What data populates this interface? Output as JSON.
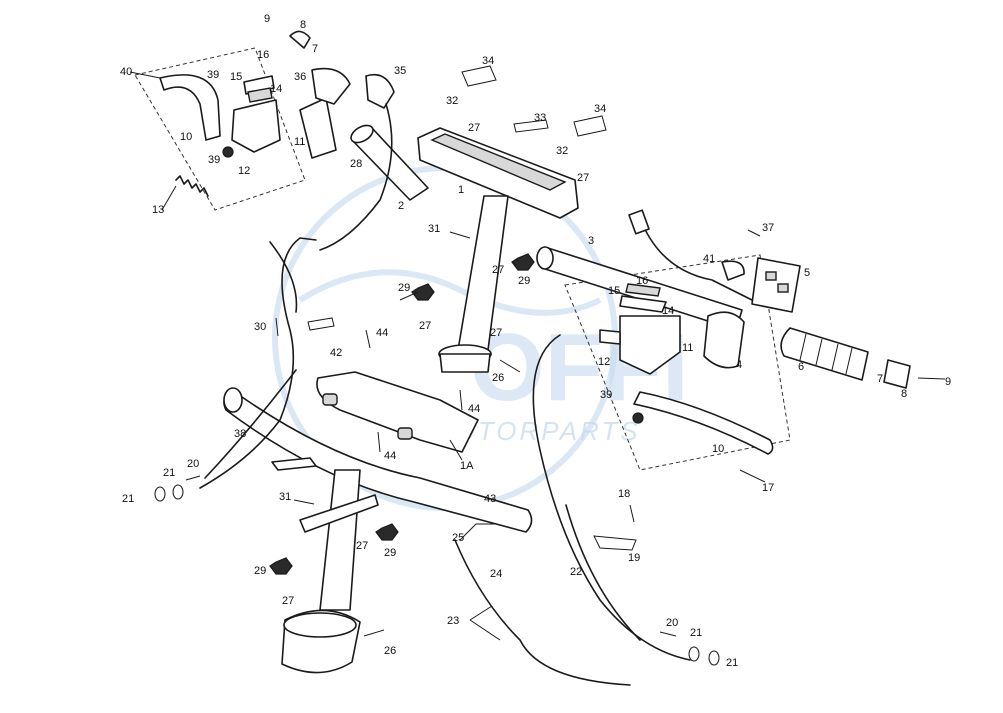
{
  "watermark": {
    "brand": "OFFI",
    "subtitle": "MOTORPARTS"
  },
  "labels": {
    "l1": "1",
    "l1A": "1A",
    "l2": "2",
    "l3": "3",
    "l4": "4",
    "l5": "5",
    "l6": "6",
    "l7a": "7",
    "l7b": "7",
    "l8a": "8",
    "l8b": "8",
    "l9a": "9",
    "l9b": "9",
    "l10a": "10",
    "l10b": "10",
    "l11a": "11",
    "l11b": "11",
    "l12a": "12",
    "l12b": "12",
    "l13": "13",
    "l14a": "14",
    "l14b": "14",
    "l15a": "15",
    "l15b": "15",
    "l16a": "16",
    "l16b": "16",
    "l17": "17",
    "l18": "18",
    "l19": "19",
    "l20a": "20",
    "l20b": "20",
    "l21a": "21",
    "l21b": "21",
    "l21c": "21",
    "l21d": "21",
    "l22": "22",
    "l23": "23",
    "l24": "24",
    "l25": "25",
    "l26a": "26",
    "l26b": "26",
    "l27a": "27",
    "l27b": "27",
    "l27c": "27",
    "l27d": "27",
    "l27e": "27",
    "l27f": "27",
    "l27g": "27",
    "l28": "28",
    "l29a": "29",
    "l29b": "29",
    "l29c": "29",
    "l29d": "29",
    "l30": "30",
    "l31a": "31",
    "l31b": "31",
    "l32a": "32",
    "l32b": "32",
    "l33": "33",
    "l34a": "34",
    "l34b": "34",
    "l35": "35",
    "l36": "36",
    "l37": "37",
    "l38": "38",
    "l39a": "39",
    "l39b": "39",
    "l39c": "39",
    "l40": "40",
    "l41": "41",
    "l42": "42",
    "l43": "43",
    "l44a": "44",
    "l44b": "44",
    "l44c": "44"
  }
}
